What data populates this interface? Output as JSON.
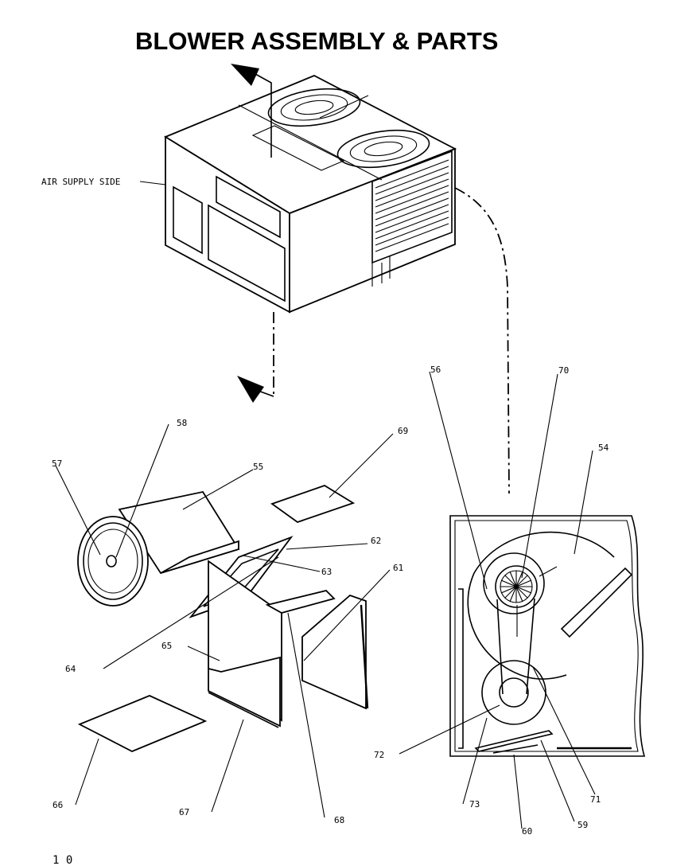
{
  "title": "BLOWER ASSEMBLY & PARTS",
  "air_supply_label": "AIR SUPPLY SIDE",
  "page_number": "1 0",
  "parts": [
    "54",
    "55",
    "56",
    "57",
    "58",
    "59",
    "60",
    "61",
    "62",
    "63",
    "64",
    "65",
    "66",
    "67",
    "68",
    "69",
    "70",
    "71",
    "72",
    "73"
  ]
}
